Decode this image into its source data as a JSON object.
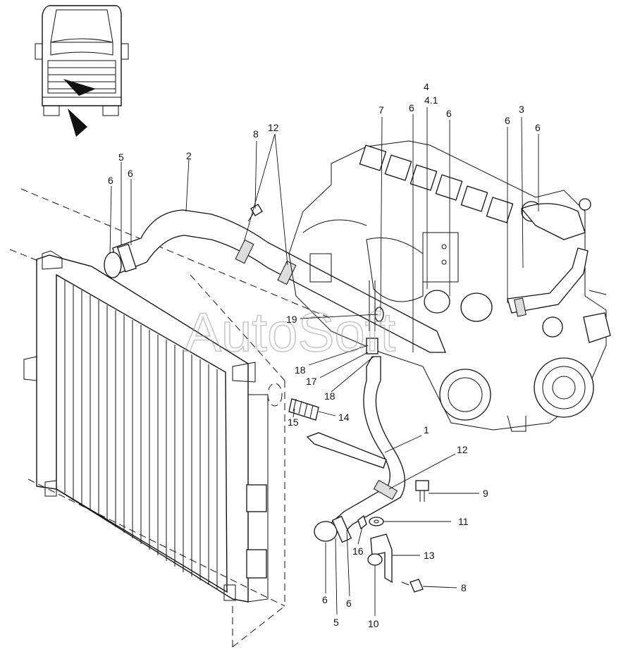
{
  "watermark": "AutoSoft",
  "callouts": [
    {
      "id": "c-4-top",
      "text": "4"
    },
    {
      "id": "c-4-1",
      "text": "4.1"
    },
    {
      "id": "c-7",
      "text": "7"
    },
    {
      "id": "c-6-a",
      "text": "6"
    },
    {
      "id": "c-6-b",
      "text": "6"
    },
    {
      "id": "c-6-c",
      "text": "6"
    },
    {
      "id": "c-3",
      "text": "3"
    },
    {
      "id": "c-6-d",
      "text": "6"
    },
    {
      "id": "c-8-top",
      "text": "8"
    },
    {
      "id": "c-12-top",
      "text": "12"
    },
    {
      "id": "c-2",
      "text": "2"
    },
    {
      "id": "c-5-top",
      "text": "5"
    },
    {
      "id": "c-6-e",
      "text": "6"
    },
    {
      "id": "c-6-f",
      "text": "6"
    },
    {
      "id": "c-19",
      "text": "19"
    },
    {
      "id": "c-18-a",
      "text": "18"
    },
    {
      "id": "c-17",
      "text": "17"
    },
    {
      "id": "c-18-b",
      "text": "18"
    },
    {
      "id": "c-15",
      "text": "15"
    },
    {
      "id": "c-14",
      "text": "14"
    },
    {
      "id": "c-1",
      "text": "1"
    },
    {
      "id": "c-12-bot",
      "text": "12"
    },
    {
      "id": "c-9",
      "text": "9"
    },
    {
      "id": "c-11",
      "text": "11"
    },
    {
      "id": "c-16",
      "text": "16"
    },
    {
      "id": "c-13",
      "text": "13"
    },
    {
      "id": "c-8-bot",
      "text": "8"
    },
    {
      "id": "c-6-g",
      "text": "6"
    },
    {
      "id": "c-6-h",
      "text": "6"
    },
    {
      "id": "c-5-bot",
      "text": "5"
    },
    {
      "id": "c-10",
      "text": "10"
    }
  ]
}
